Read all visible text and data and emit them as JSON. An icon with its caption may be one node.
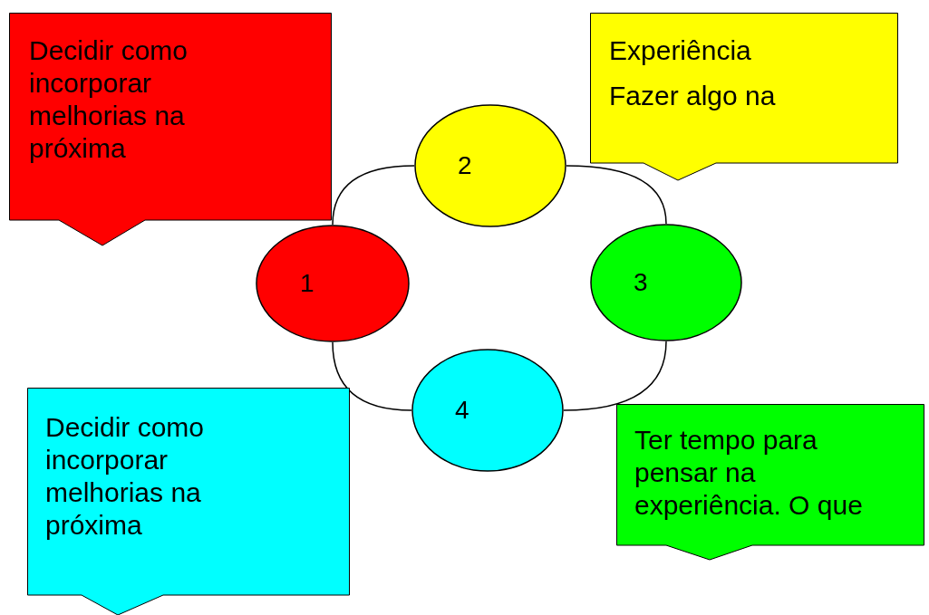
{
  "diagram": {
    "nodes": [
      {
        "text": [
          "Decidir como incorporar melhorias na próxima"
        ]
      },
      {
        "text": [
          "Experiência",
          "Fazer algo na"
        ]
      },
      {
        "text": [
          "1"
        ]
      },
      {
        "text": [
          "2"
        ]
      },
      {
        "text": [
          "3"
        ]
      },
      {
        "text": [
          "4"
        ]
      },
      {
        "text": [
          "Decidir como incorporar melhorias na próxima"
        ]
      },
      {
        "text": [
          "Ter tempo para pensar na experiência. O que"
        ]
      }
    ],
    "edges": [
      {
        "from": 2,
        "to": 3,
        "arrow": "none"
      },
      {
        "from": 3,
        "to": 4,
        "arrow": "none"
      },
      {
        "from": 4,
        "to": 5,
        "arrow": "none"
      },
      {
        "from": 5,
        "to": 2,
        "arrow": "none"
      }
    ]
  }
}
